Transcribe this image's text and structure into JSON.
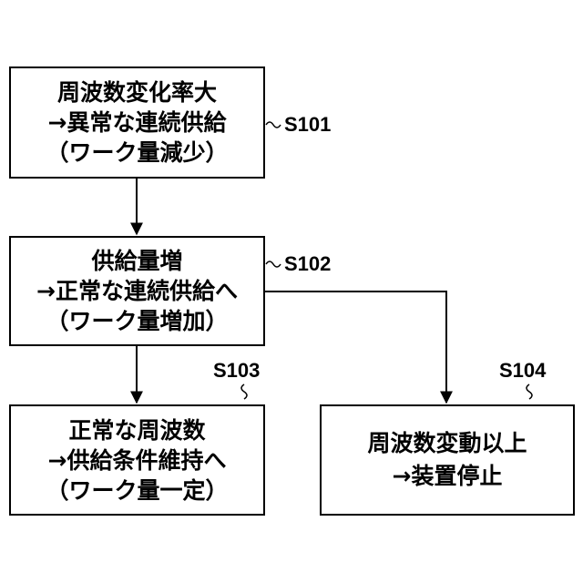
{
  "boxes": {
    "s101": {
      "line1": "周波数変化率大",
      "line2": "→異常な連続供給",
      "line3": "（ワーク量減少）"
    },
    "s102": {
      "line1": "供給量増",
      "line2": "→正常な連続供給へ",
      "line3": "（ワーク量増加）"
    },
    "s103": {
      "line1": "正常な周波数",
      "line2": "→供給条件維持へ",
      "line3": "（ワーク量一定）"
    },
    "s104": {
      "line1": "周波数変動以上",
      "line2": "→装置停止"
    }
  },
  "steps": {
    "s101": "S101",
    "s102": "S102",
    "s103": "S103",
    "s104": "S104"
  }
}
